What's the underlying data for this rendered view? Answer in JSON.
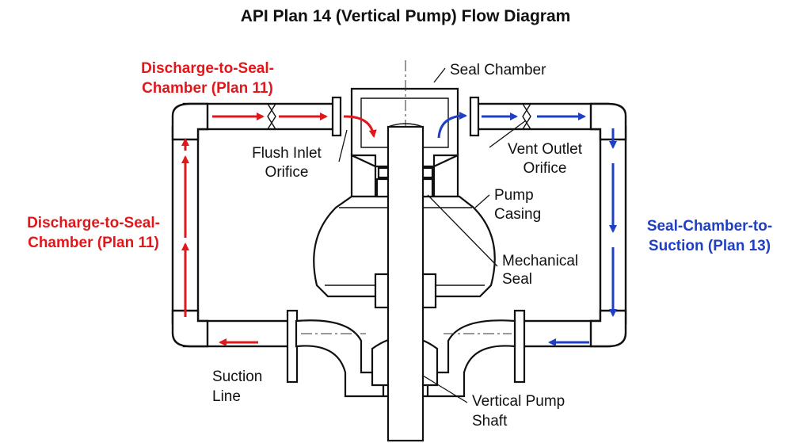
{
  "title": "API Plan 14 (Vertical Pump) Flow Diagram",
  "colors": {
    "discharge": "#e0181b",
    "suction": "#1f3fc4",
    "line": "#111111"
  },
  "labels": {
    "discharge_top_line1": "Discharge-to-Seal-",
    "discharge_top_line2": "Chamber (Plan 11)",
    "discharge_left_line1": "Discharge-to-Seal-",
    "discharge_left_line2": "Chamber (Plan 11)",
    "seal_chamber": "Seal Chamber",
    "flush_inlet_line1": "Flush Inlet",
    "flush_inlet_line2": "Orifice",
    "vent_outlet_line1": "Vent Outlet",
    "vent_outlet_line2": "Orifice",
    "pump_casing_line1": "Pump",
    "pump_casing_line2": "Casing",
    "mech_seal_line1": "Mechanical",
    "mech_seal_line2": "Seal",
    "seal_to_suction_line1": "Seal-Chamber-to-",
    "seal_to_suction_line2": "Suction (Plan 13)",
    "suction_line_line1": "Suction",
    "suction_line_line2": "Line",
    "shaft_line1": "Vertical Pump",
    "shaft_line2": "Shaft"
  }
}
